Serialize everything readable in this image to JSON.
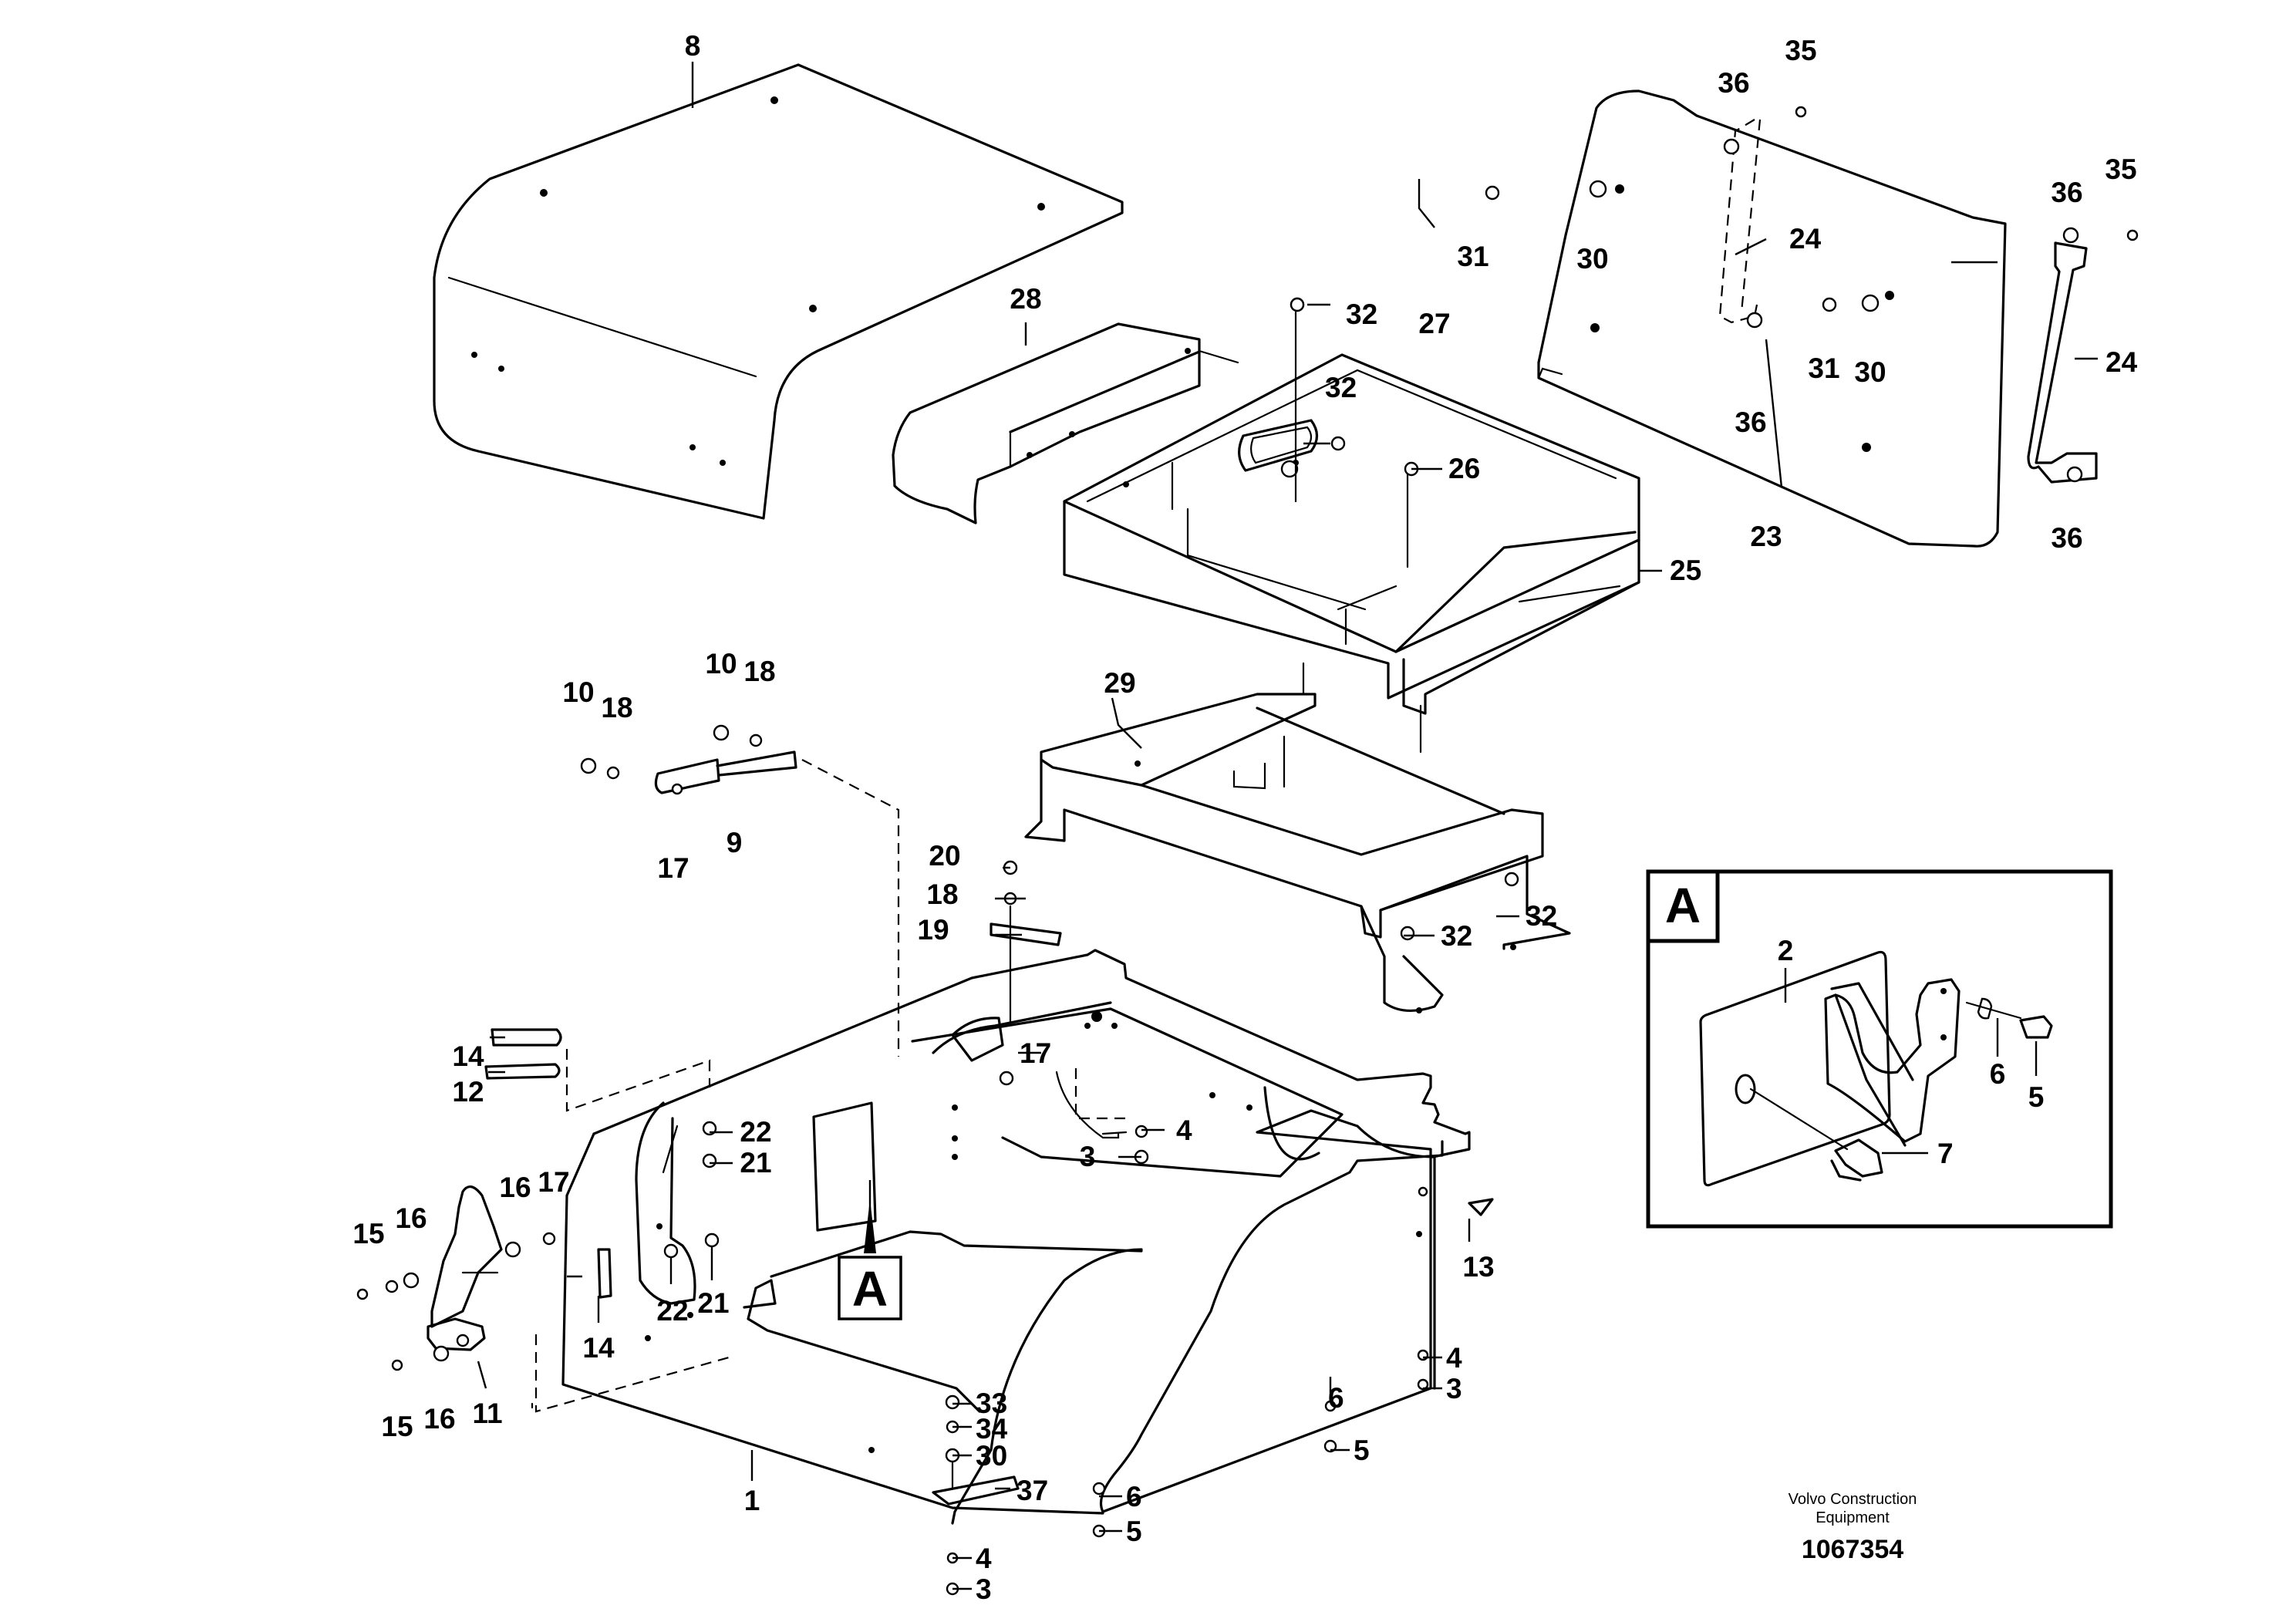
{
  "diagram": {
    "callouts": [
      {
        "id": "c8",
        "label": "8"
      },
      {
        "id": "c28",
        "label": "28"
      },
      {
        "id": "c32a",
        "label": "32"
      },
      {
        "id": "c32b",
        "label": "32"
      },
      {
        "id": "c27",
        "label": "27"
      },
      {
        "id": "c26",
        "label": "26"
      },
      {
        "id": "c25",
        "label": "25"
      },
      {
        "id": "c29",
        "label": "29"
      },
      {
        "id": "c32c",
        "label": "32"
      },
      {
        "id": "c32d",
        "label": "32"
      },
      {
        "id": "c35a",
        "label": "35"
      },
      {
        "id": "c36a",
        "label": "36"
      },
      {
        "id": "c31a",
        "label": "31"
      },
      {
        "id": "c30a",
        "label": "30"
      },
      {
        "id": "c24a",
        "label": "24"
      },
      {
        "id": "c31b",
        "label": "31"
      },
      {
        "id": "c30b",
        "label": "30"
      },
      {
        "id": "c36b",
        "label": "36"
      },
      {
        "id": "c23",
        "label": "23"
      },
      {
        "id": "c35b",
        "label": "35"
      },
      {
        "id": "c36c",
        "label": "36"
      },
      {
        "id": "c24b",
        "label": "24"
      },
      {
        "id": "c36d",
        "label": "36"
      },
      {
        "id": "c10a",
        "label": "10"
      },
      {
        "id": "c18a",
        "label": "18"
      },
      {
        "id": "c10b",
        "label": "10"
      },
      {
        "id": "c18b",
        "label": "18"
      },
      {
        "id": "c9",
        "label": "9"
      },
      {
        "id": "c17a",
        "label": "17"
      },
      {
        "id": "c20",
        "label": "20"
      },
      {
        "id": "c18c",
        "label": "18"
      },
      {
        "id": "c19",
        "label": "19"
      },
      {
        "id": "c14a",
        "label": "14"
      },
      {
        "id": "c12",
        "label": "12"
      },
      {
        "id": "c17b",
        "label": "17"
      },
      {
        "id": "c22a",
        "label": "22"
      },
      {
        "id": "c21a",
        "label": "21"
      },
      {
        "id": "c4a",
        "label": "4"
      },
      {
        "id": "c3a",
        "label": "3"
      },
      {
        "id": "c15a",
        "label": "15"
      },
      {
        "id": "c16a",
        "label": "16"
      },
      {
        "id": "c16b",
        "label": "16"
      },
      {
        "id": "c17c",
        "label": "17"
      },
      {
        "id": "c22b",
        "label": "22"
      },
      {
        "id": "c21b",
        "label": "21"
      },
      {
        "id": "c14b",
        "label": "14"
      },
      {
        "id": "c15b",
        "label": "15"
      },
      {
        "id": "c16c",
        "label": "16"
      },
      {
        "id": "c11",
        "label": "11"
      },
      {
        "id": "c13",
        "label": "13"
      },
      {
        "id": "c4b",
        "label": "4"
      },
      {
        "id": "c3b",
        "label": "3"
      },
      {
        "id": "c6a",
        "label": "6"
      },
      {
        "id": "c5a",
        "label": "5"
      },
      {
        "id": "c33",
        "label": "33"
      },
      {
        "id": "c34",
        "label": "34"
      },
      {
        "id": "c30c",
        "label": "30"
      },
      {
        "id": "c37",
        "label": "37"
      },
      {
        "id": "c1",
        "label": "1"
      },
      {
        "id": "c6b",
        "label": "6"
      },
      {
        "id": "c5b",
        "label": "5"
      },
      {
        "id": "c4c",
        "label": "4"
      },
      {
        "id": "c3c",
        "label": "3"
      }
    ],
    "view_marker": "A",
    "detail": {
      "title": "A",
      "callouts": [
        {
          "id": "d2",
          "label": "2"
        },
        {
          "id": "d6",
          "label": "6"
        },
        {
          "id": "d5",
          "label": "5"
        },
        {
          "id": "d7",
          "label": "7"
        }
      ]
    },
    "footer": {
      "credit_line1": "Volvo Construction",
      "credit_line2": "Equipment",
      "drawing_number": "1067354"
    }
  }
}
